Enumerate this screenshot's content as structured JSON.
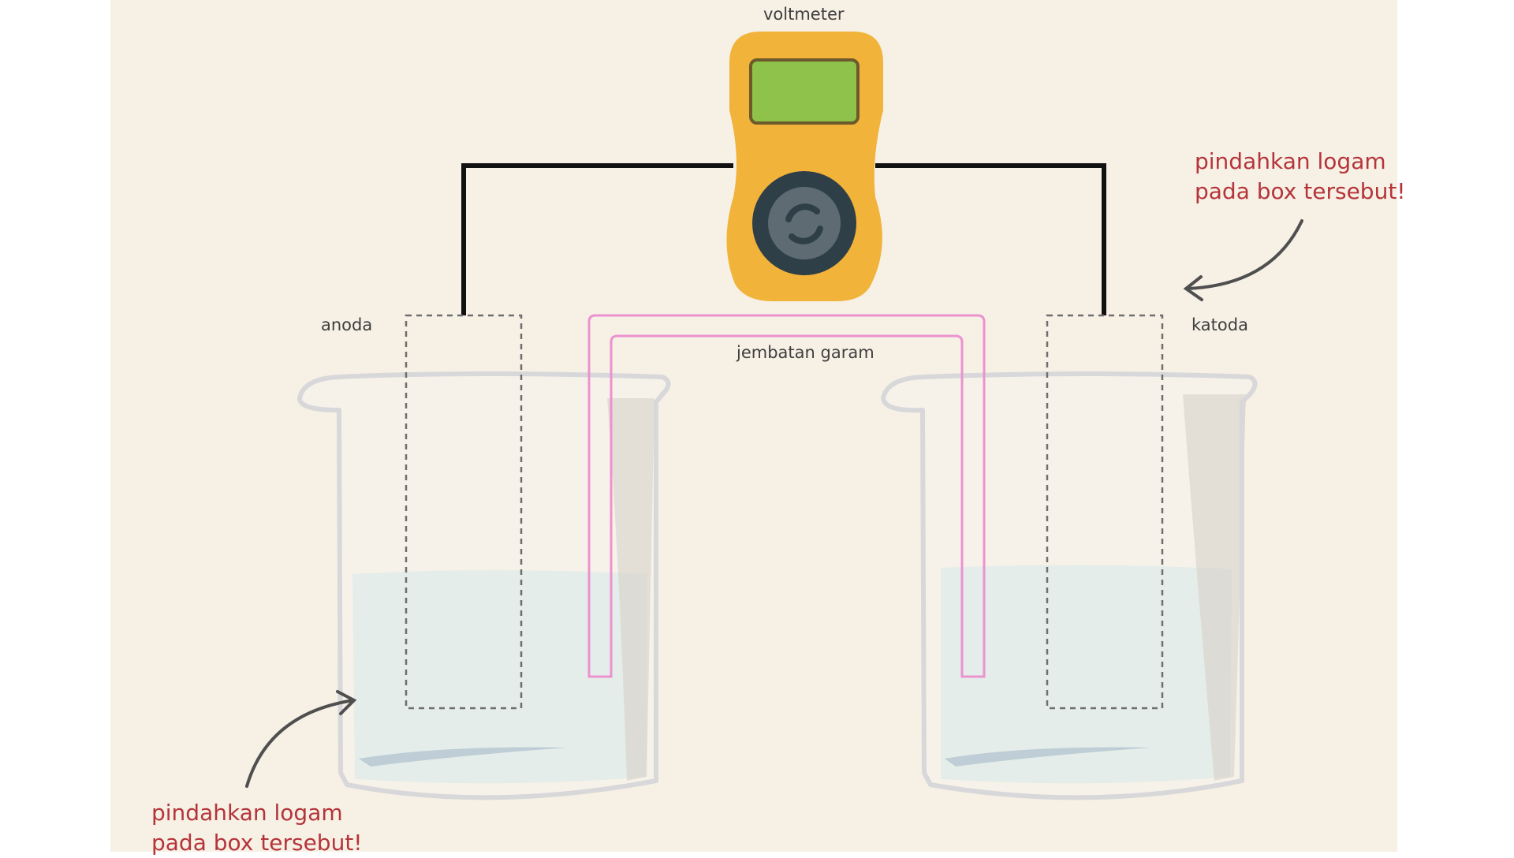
{
  "labels": {
    "voltmeter": "voltmeter",
    "anode": "anoda",
    "cathode": "katoda",
    "salt_bridge": "jembatan garam"
  },
  "hints": {
    "left": {
      "line1": "pindahkan logam",
      "line2": "pada box tersebut!"
    },
    "right": {
      "line1": "pindahkan logam",
      "line2": "pada box tersebut!"
    }
  },
  "icons": {
    "voltmeter_knob": "refresh-icon",
    "arrow": "curved-arrow-icon"
  },
  "colors": {
    "background": "#f6f0e5",
    "hint_text": "#b5343a",
    "label_text": "#3f3f3f",
    "voltmeter_body": "#f1b33a",
    "voltmeter_screen": "#8fc24a",
    "salt_bridge": "#ec92d0",
    "wire": "#111111",
    "solution": "#dde8e3"
  }
}
